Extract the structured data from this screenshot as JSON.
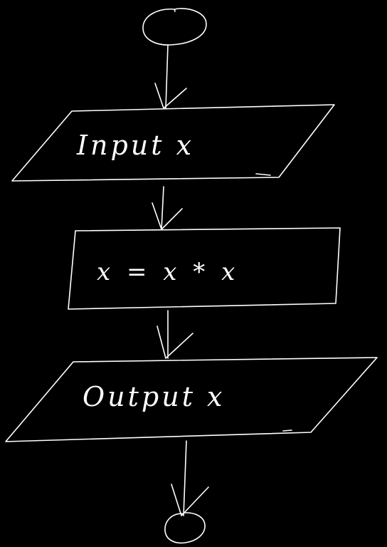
{
  "diagram": {
    "type": "flowchart",
    "background_color": "#000000",
    "stroke_color": "#ffffff",
    "nodes": [
      {
        "id": "start",
        "shape": "terminator",
        "label": ""
      },
      {
        "id": "input",
        "shape": "parallelogram",
        "label": "Input x"
      },
      {
        "id": "process",
        "shape": "rectangle",
        "label": "x = x * x"
      },
      {
        "id": "output",
        "shape": "parallelogram",
        "label": "Output x"
      },
      {
        "id": "end",
        "shape": "terminator",
        "label": ""
      }
    ],
    "edges": [
      {
        "from": "start",
        "to": "input"
      },
      {
        "from": "input",
        "to": "process"
      },
      {
        "from": "process",
        "to": "output"
      },
      {
        "from": "output",
        "to": "end"
      }
    ]
  }
}
